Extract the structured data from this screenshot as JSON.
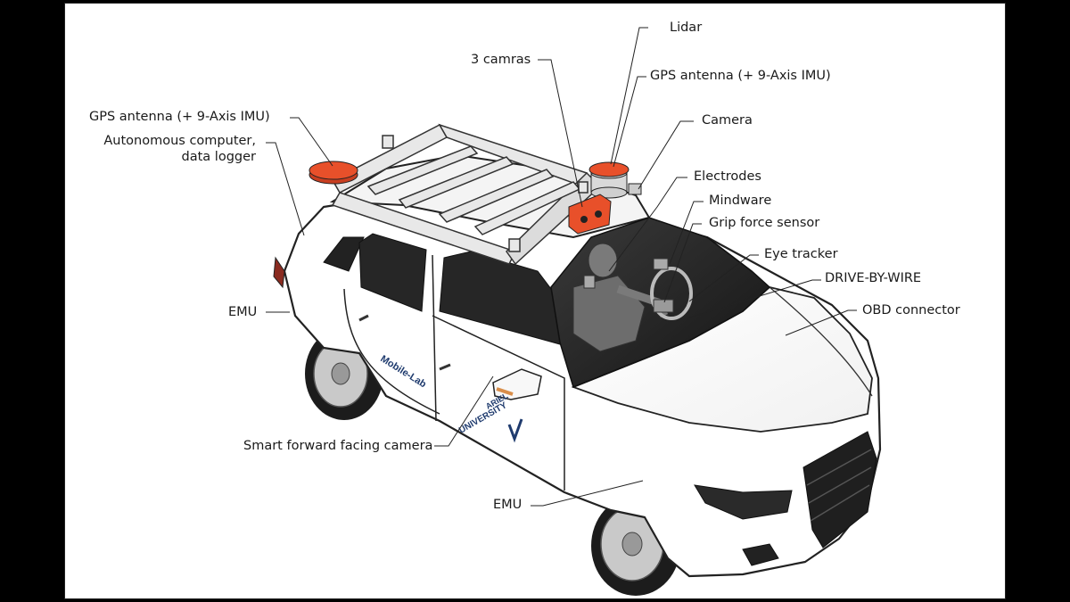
{
  "labels": {
    "lidar": "Lidar",
    "three_cameras": "3 camras",
    "gps_antenna_right": "GPS antenna (+ 9-Axis IMU)",
    "gps_antenna_left": "GPS antenna (+ 9-Axis IMU)",
    "camera": "Camera",
    "autonomous_computer_line1": "Autonomous computer,",
    "autonomous_computer_line2": "data logger",
    "electrodes": "Electrodes",
    "mindware": "Mindware",
    "grip_force_sensor": "Grip force sensor",
    "eye_tracker": "Eye tracker",
    "drive_by_wire": "DRIVE-BY-WIRE",
    "obd_connector": "OBD connector",
    "emu_left": "EMU",
    "emu_bottom": "EMU",
    "smart_camera": "Smart forward facing camera"
  },
  "car_text": {
    "side_text": "Mobile-Lab",
    "logo_line1": "ARIEL",
    "logo_line2": "UNIVERSITY"
  },
  "colors": {
    "frame_background": "#000000",
    "page_background": "#ffffff",
    "accent_orange": "#e8502a",
    "glass": "#2b2b2b",
    "car_body": "#ffffff",
    "logo_blue": "#1f3b6e"
  }
}
